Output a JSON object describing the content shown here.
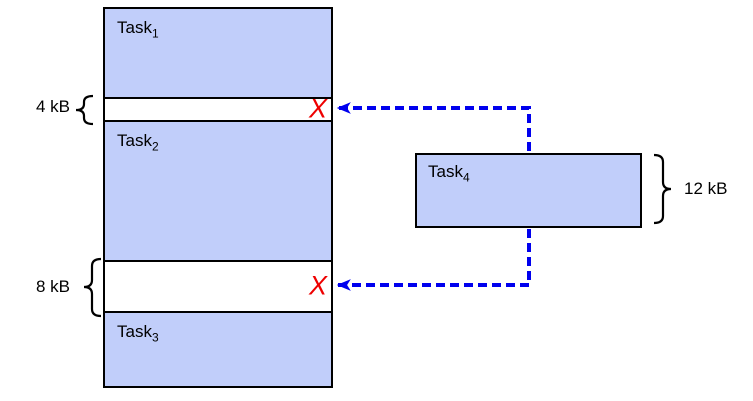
{
  "memory": {
    "tasks": {
      "task1": {
        "base": "Task",
        "sub": "1"
      },
      "task2": {
        "base": "Task",
        "sub": "2"
      },
      "task3": {
        "base": "Task",
        "sub": "3"
      }
    },
    "gap_4kb": {
      "size_label": "4 kB"
    },
    "gap_8kb": {
      "size_label": "8 kB"
    },
    "reject_mark": "X"
  },
  "incoming_task": {
    "label": {
      "base": "Task",
      "sub": "4"
    },
    "size_label": "12 kB"
  },
  "colors": {
    "task_fill": "#c1cefa",
    "border": "#000000",
    "arrow_blue": "#0000ee",
    "reject_red": "#ee0000"
  }
}
